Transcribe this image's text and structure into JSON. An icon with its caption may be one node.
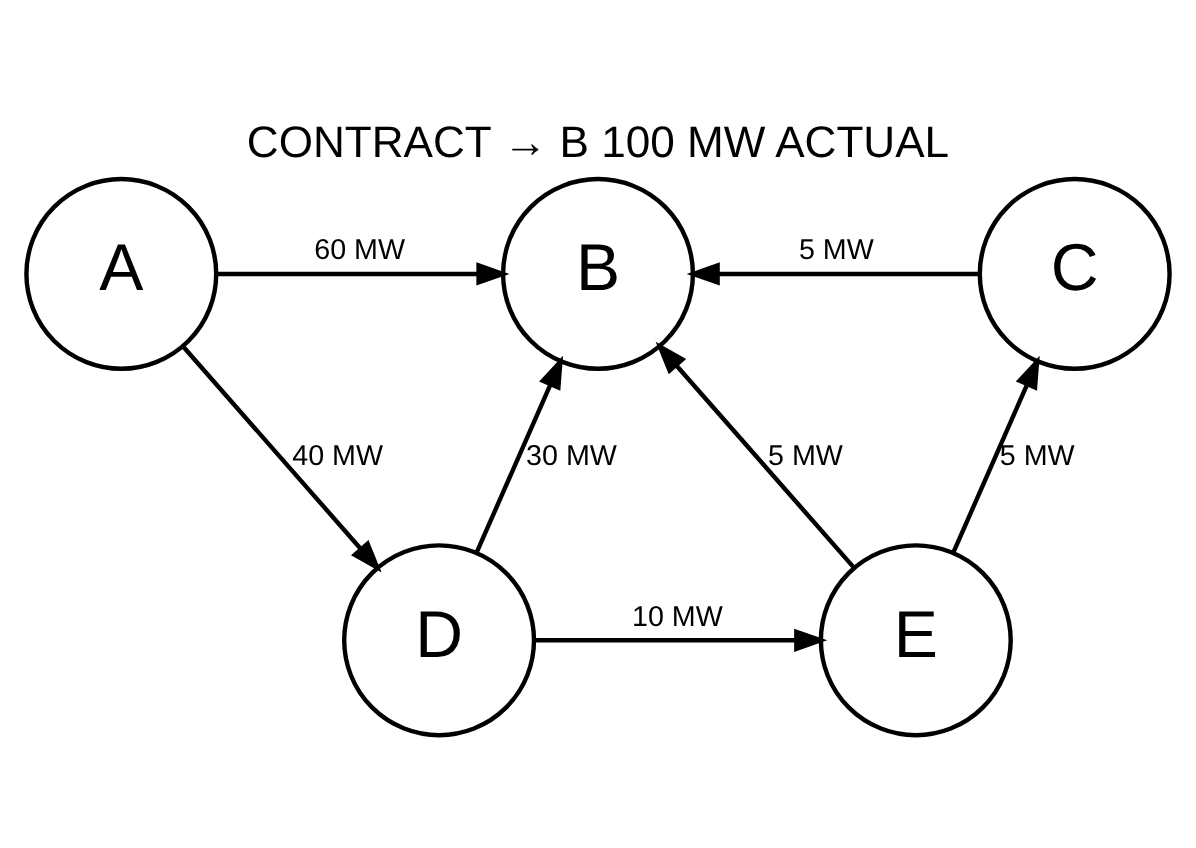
{
  "diagram": {
    "title": "CONTRACT → B 100 MW ACTUAL",
    "nodes": [
      {
        "text": [
          "A"
        ]
      },
      {
        "text": [
          "B"
        ]
      },
      {
        "text": [
          "C"
        ]
      },
      {
        "text": [
          "D"
        ]
      },
      {
        "text": [
          "E"
        ]
      }
    ],
    "edges": [
      {
        "from": 0,
        "to": 1,
        "arrow": "to",
        "label": "60 MW"
      },
      {
        "from": 2,
        "to": 1,
        "arrow": "to",
        "label": "5 MW"
      },
      {
        "from": 0,
        "to": 3,
        "arrow": "to",
        "label": "40 MW"
      },
      {
        "from": 3,
        "to": 1,
        "arrow": "to",
        "label": "30 MW"
      },
      {
        "from": 4,
        "to": 1,
        "arrow": "to",
        "label": "5 MW"
      },
      {
        "from": 4,
        "to": 2,
        "arrow": "to",
        "label": "5 MW"
      },
      {
        "from": 3,
        "to": 4,
        "arrow": "to",
        "label": "10 MW"
      }
    ]
  }
}
